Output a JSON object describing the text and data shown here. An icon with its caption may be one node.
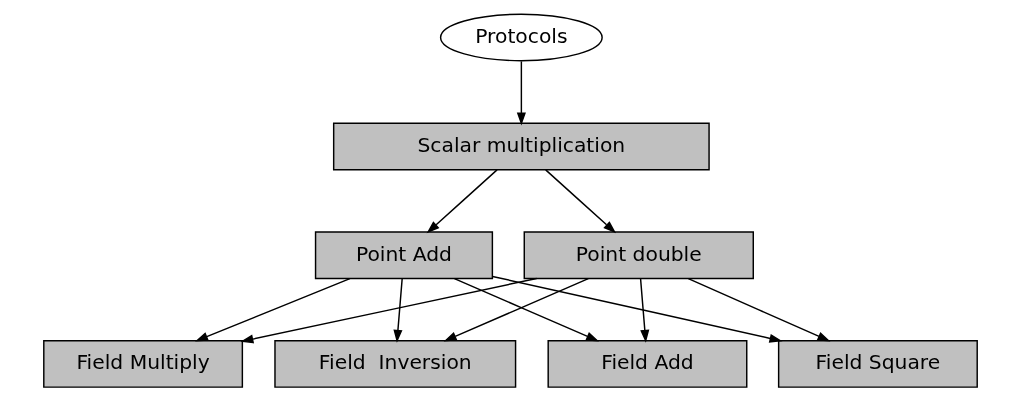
{
  "diagram": {
    "nodes": [
      {
        "text": [
          "Protocols"
        ]
      },
      {
        "text": [
          "Scalar multiplication"
        ]
      },
      {
        "text": [
          "Point Add"
        ]
      },
      {
        "text": [
          "Point double"
        ]
      },
      {
        "text": [
          "Field Add"
        ]
      },
      {
        "text": [
          "Field Square"
        ]
      },
      {
        "text": [
          "Field Multiply"
        ]
      },
      {
        "text": [
          "Field  Inversion"
        ]
      }
    ],
    "edges": [
      {
        "from": 0,
        "to": 1,
        "arrow": "to"
      },
      {
        "from": 1,
        "to": 2,
        "arrow": "to"
      },
      {
        "from": 1,
        "to": 3,
        "arrow": "to"
      },
      {
        "from": 2,
        "to": 4,
        "arrow": "to"
      },
      {
        "from": 2,
        "to": 5,
        "arrow": "to"
      },
      {
        "from": 2,
        "to": 6,
        "arrow": "to"
      },
      {
        "from": 2,
        "to": 7,
        "arrow": "to"
      },
      {
        "from": 3,
        "to": 4,
        "arrow": "to"
      },
      {
        "from": 3,
        "to": 5,
        "arrow": "to"
      },
      {
        "from": 3,
        "to": 6,
        "arrow": "to"
      },
      {
        "from": 3,
        "to": 7,
        "arrow": "to"
      }
    ]
  }
}
